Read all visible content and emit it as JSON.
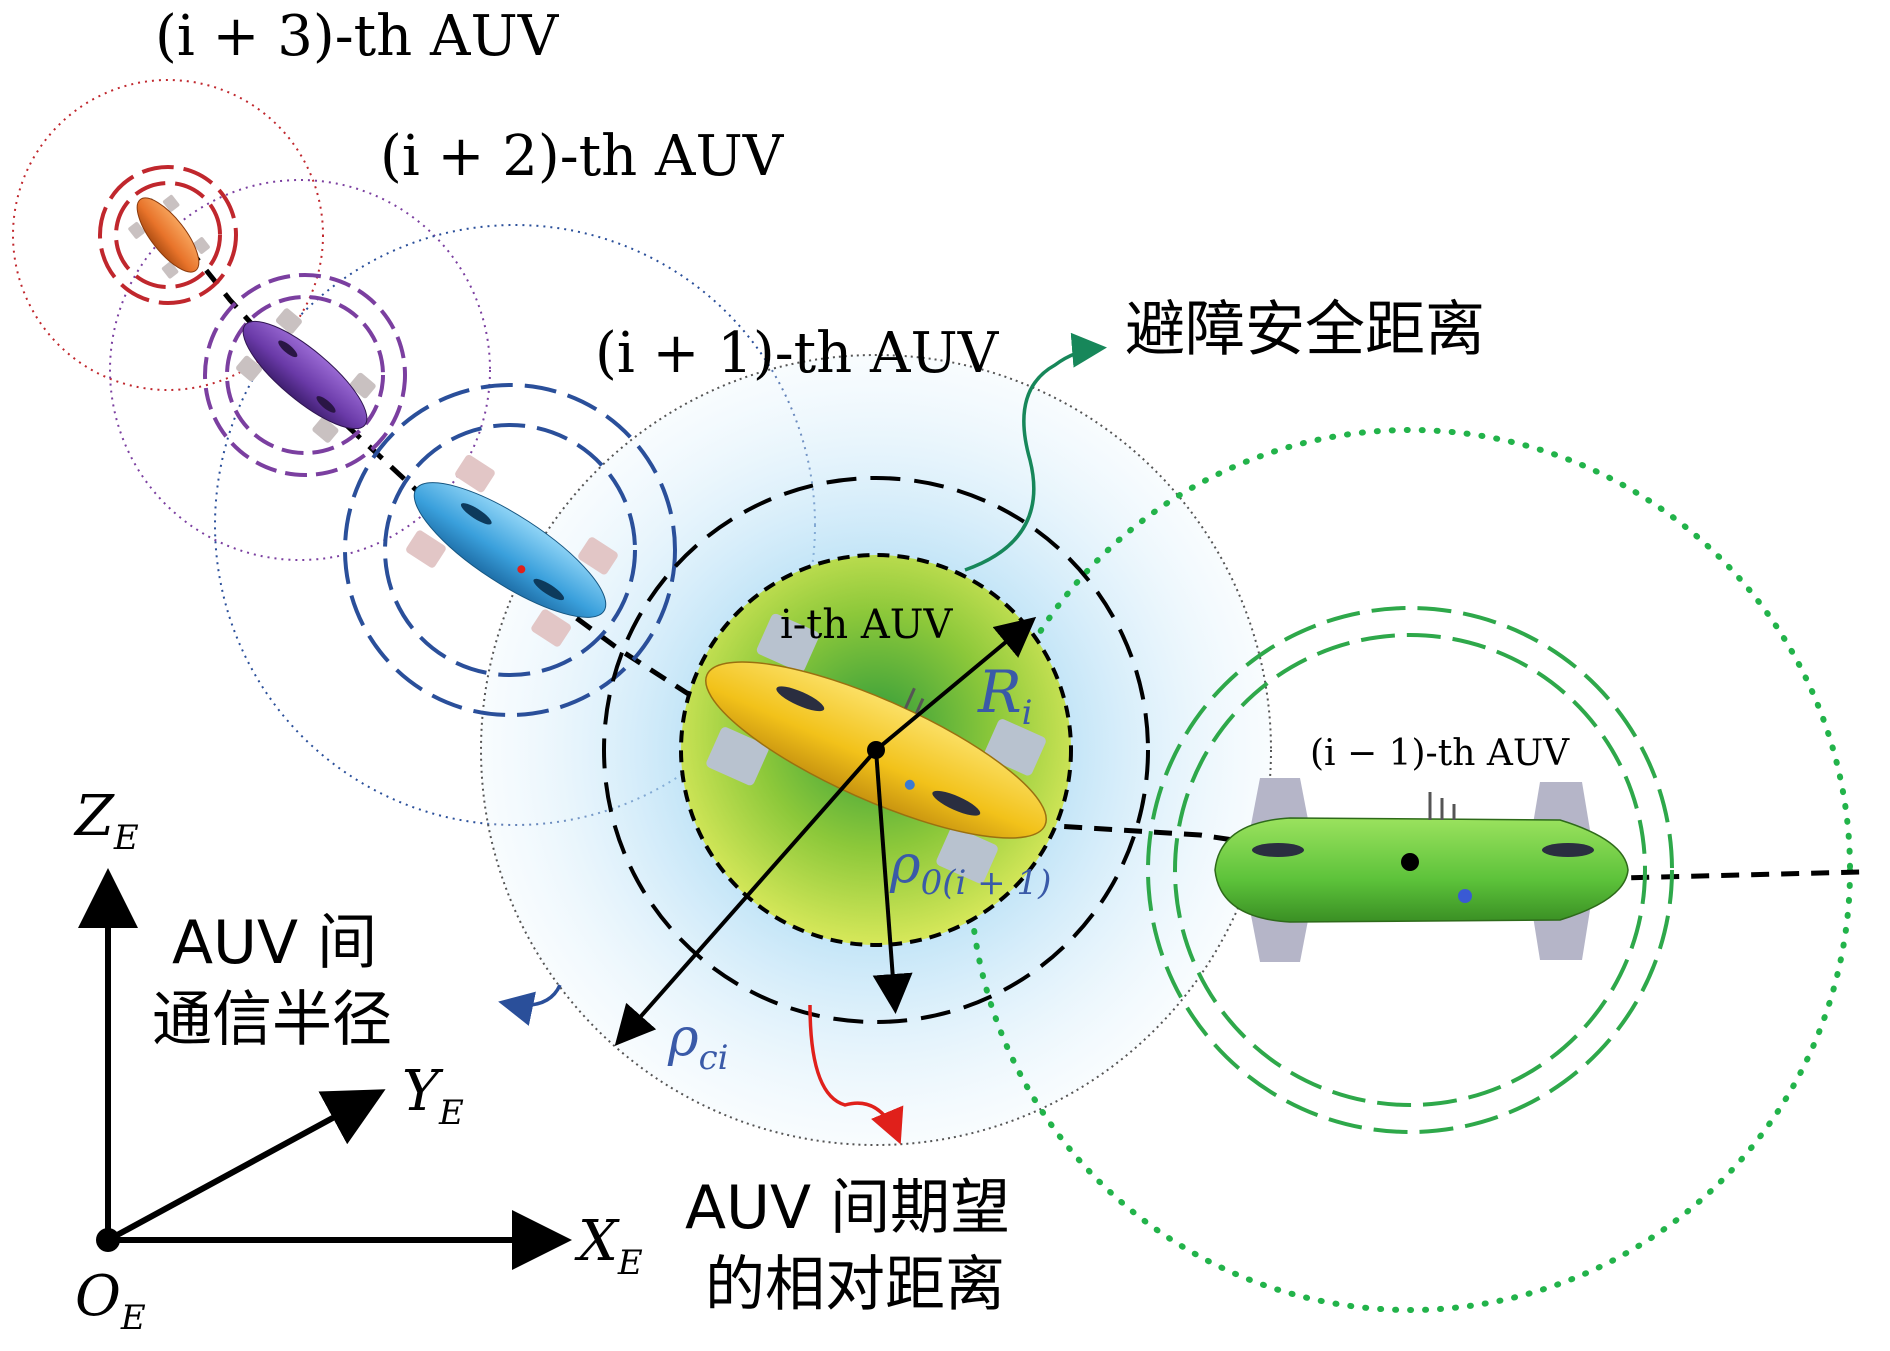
{
  "labels": {
    "auv_i3": "(i + 3)-th AUV",
    "auv_i2": "(i + 2)-th AUV",
    "auv_i1": "(i + 1)-th AUV",
    "auv_i": "i-th AUV",
    "auv_im1": "(i − 1)-th AUV",
    "r_i_main": "R",
    "r_i_sub": "i",
    "rho_0_main": "ρ",
    "rho_0_sub": "0(i + 1)",
    "rho_c_main": "ρ",
    "rho_c_sub": "ci",
    "axis_z_main": "Z",
    "axis_z_sub": "E",
    "axis_y_main": "Y",
    "axis_y_sub": "E",
    "axis_x_main": "X",
    "axis_x_sub": "E",
    "origin_main": "O",
    "origin_sub": "E"
  },
  "annotations": {
    "safety_distance": "避障安全距离",
    "comm_radius_line1": "AUV 间",
    "comm_radius_line2": "通信半径",
    "desired_distance_line1": "AUV 间期望",
    "desired_distance_line2": "的相对距离"
  },
  "colors": {
    "auv_i3": "#e8732a",
    "auv_i2": "#6a3aa8",
    "auv_i1": "#3aa0dc",
    "auv_i": "#f2c21a",
    "auv_im1": "#5cc23a",
    "ring_i3": "#c0272d",
    "ring_i2": "#7b3fa0",
    "ring_i1": "#2a4f9a",
    "ring_im1": "#2ea84a",
    "safety_arrow": "#17875a",
    "comm_arrow": "#2a4f9a",
    "desired_arrow": "#e0201b",
    "symbol_blue": "#3a5aa8"
  }
}
